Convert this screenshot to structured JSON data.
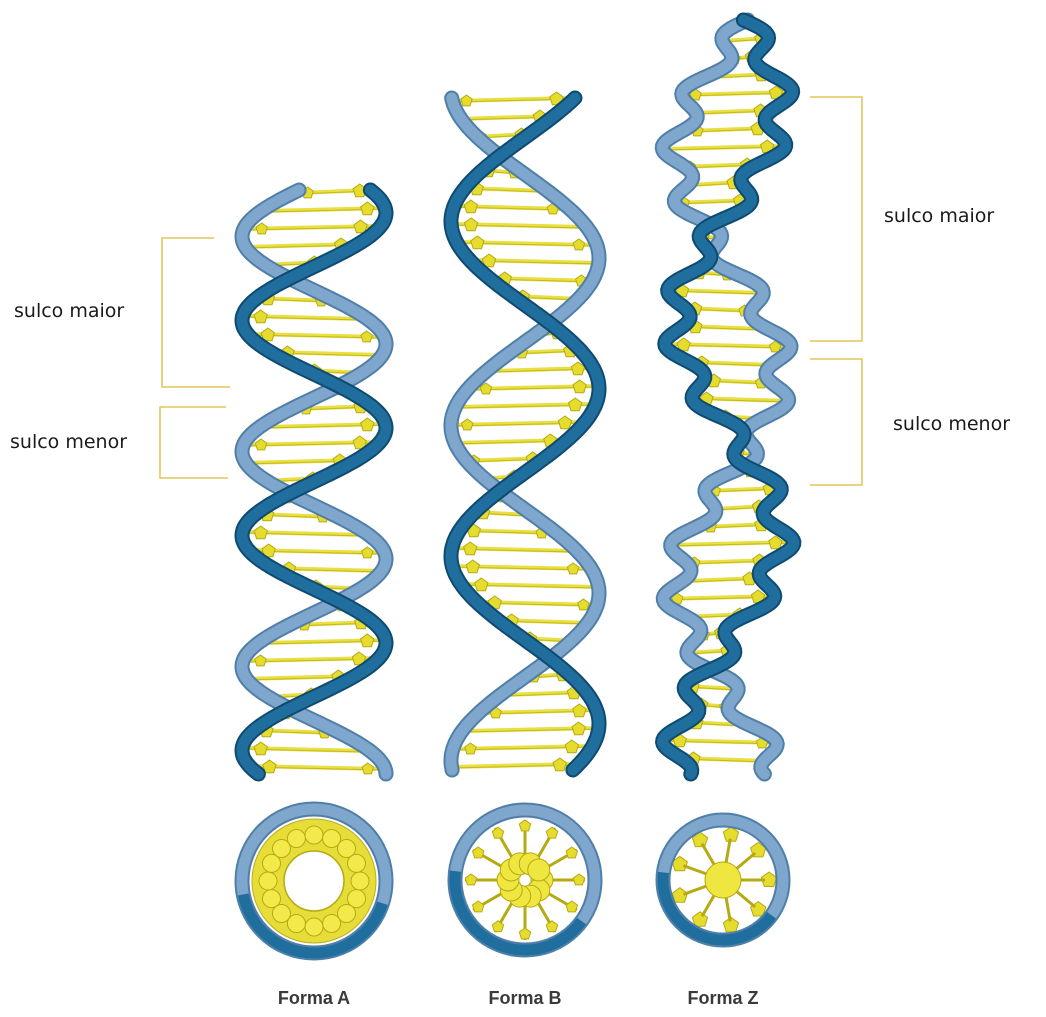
{
  "labels": {
    "a_major": "sulco maior",
    "a_minor": "sulco menor",
    "z_major": "sulco maior",
    "z_minor": "sulco menor"
  },
  "forms": [
    {
      "id": "a",
      "label": "Forma A"
    },
    {
      "id": "b",
      "label": "Forma B"
    },
    {
      "id": "z",
      "label": "Forma Z"
    }
  ],
  "colors": {
    "strand_dark": "#1f6e9e",
    "strand_light": "#7fa6cc",
    "base": "#e6dc2e",
    "base_edge": "#b5aa12",
    "bracket": "#e3c65a",
    "text": "#1a1a1a"
  }
}
